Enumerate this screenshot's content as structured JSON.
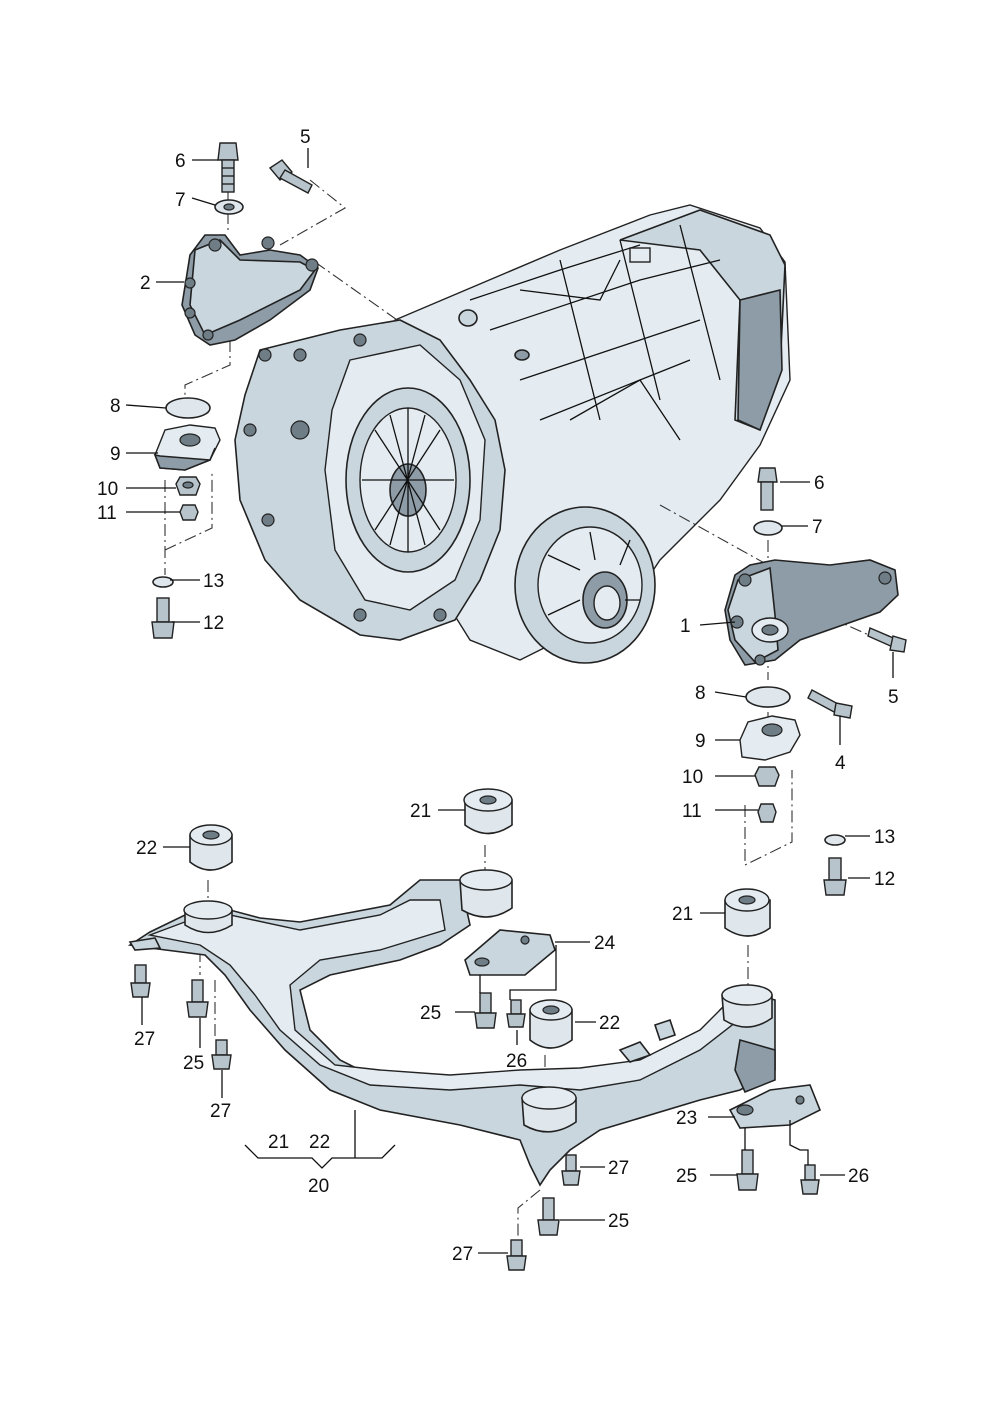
{
  "callouts": [
    {
      "id": "c1",
      "text": "1"
    },
    {
      "id": "c2",
      "text": "2"
    },
    {
      "id": "c4",
      "text": "4"
    },
    {
      "id": "c5a",
      "text": "5"
    },
    {
      "id": "c5b",
      "text": "5"
    },
    {
      "id": "c6a",
      "text": "6"
    },
    {
      "id": "c6b",
      "text": "6"
    },
    {
      "id": "c7a",
      "text": "7"
    },
    {
      "id": "c7b",
      "text": "7"
    },
    {
      "id": "c8a",
      "text": "8"
    },
    {
      "id": "c8b",
      "text": "8"
    },
    {
      "id": "c9a",
      "text": "9"
    },
    {
      "id": "c9b",
      "text": "9"
    },
    {
      "id": "c10a",
      "text": "10"
    },
    {
      "id": "c10b",
      "text": "10"
    },
    {
      "id": "c11a",
      "text": "11"
    },
    {
      "id": "c11b",
      "text": "11"
    },
    {
      "id": "c12a",
      "text": "12"
    },
    {
      "id": "c12b",
      "text": "12"
    },
    {
      "id": "c13a",
      "text": "13"
    },
    {
      "id": "c13b",
      "text": "13"
    },
    {
      "id": "c20",
      "text": "20"
    },
    {
      "id": "c21a",
      "text": "21"
    },
    {
      "id": "c21b",
      "text": "21"
    },
    {
      "id": "c21c",
      "text": "21"
    },
    {
      "id": "c22a",
      "text": "22"
    },
    {
      "id": "c22b",
      "text": "22"
    },
    {
      "id": "c22c",
      "text": "22"
    },
    {
      "id": "c23",
      "text": "23"
    },
    {
      "id": "c24",
      "text": "24"
    },
    {
      "id": "c25a",
      "text": "25"
    },
    {
      "id": "c25b",
      "text": "25"
    },
    {
      "id": "c25c",
      "text": "25"
    },
    {
      "id": "c25d",
      "text": "25"
    },
    {
      "id": "c26a",
      "text": "26"
    },
    {
      "id": "c26b",
      "text": "26"
    },
    {
      "id": "c27a",
      "text": "27"
    },
    {
      "id": "c27b",
      "text": "27"
    },
    {
      "id": "c27c",
      "text": "27"
    },
    {
      "id": "c27d",
      "text": "27"
    }
  ]
}
